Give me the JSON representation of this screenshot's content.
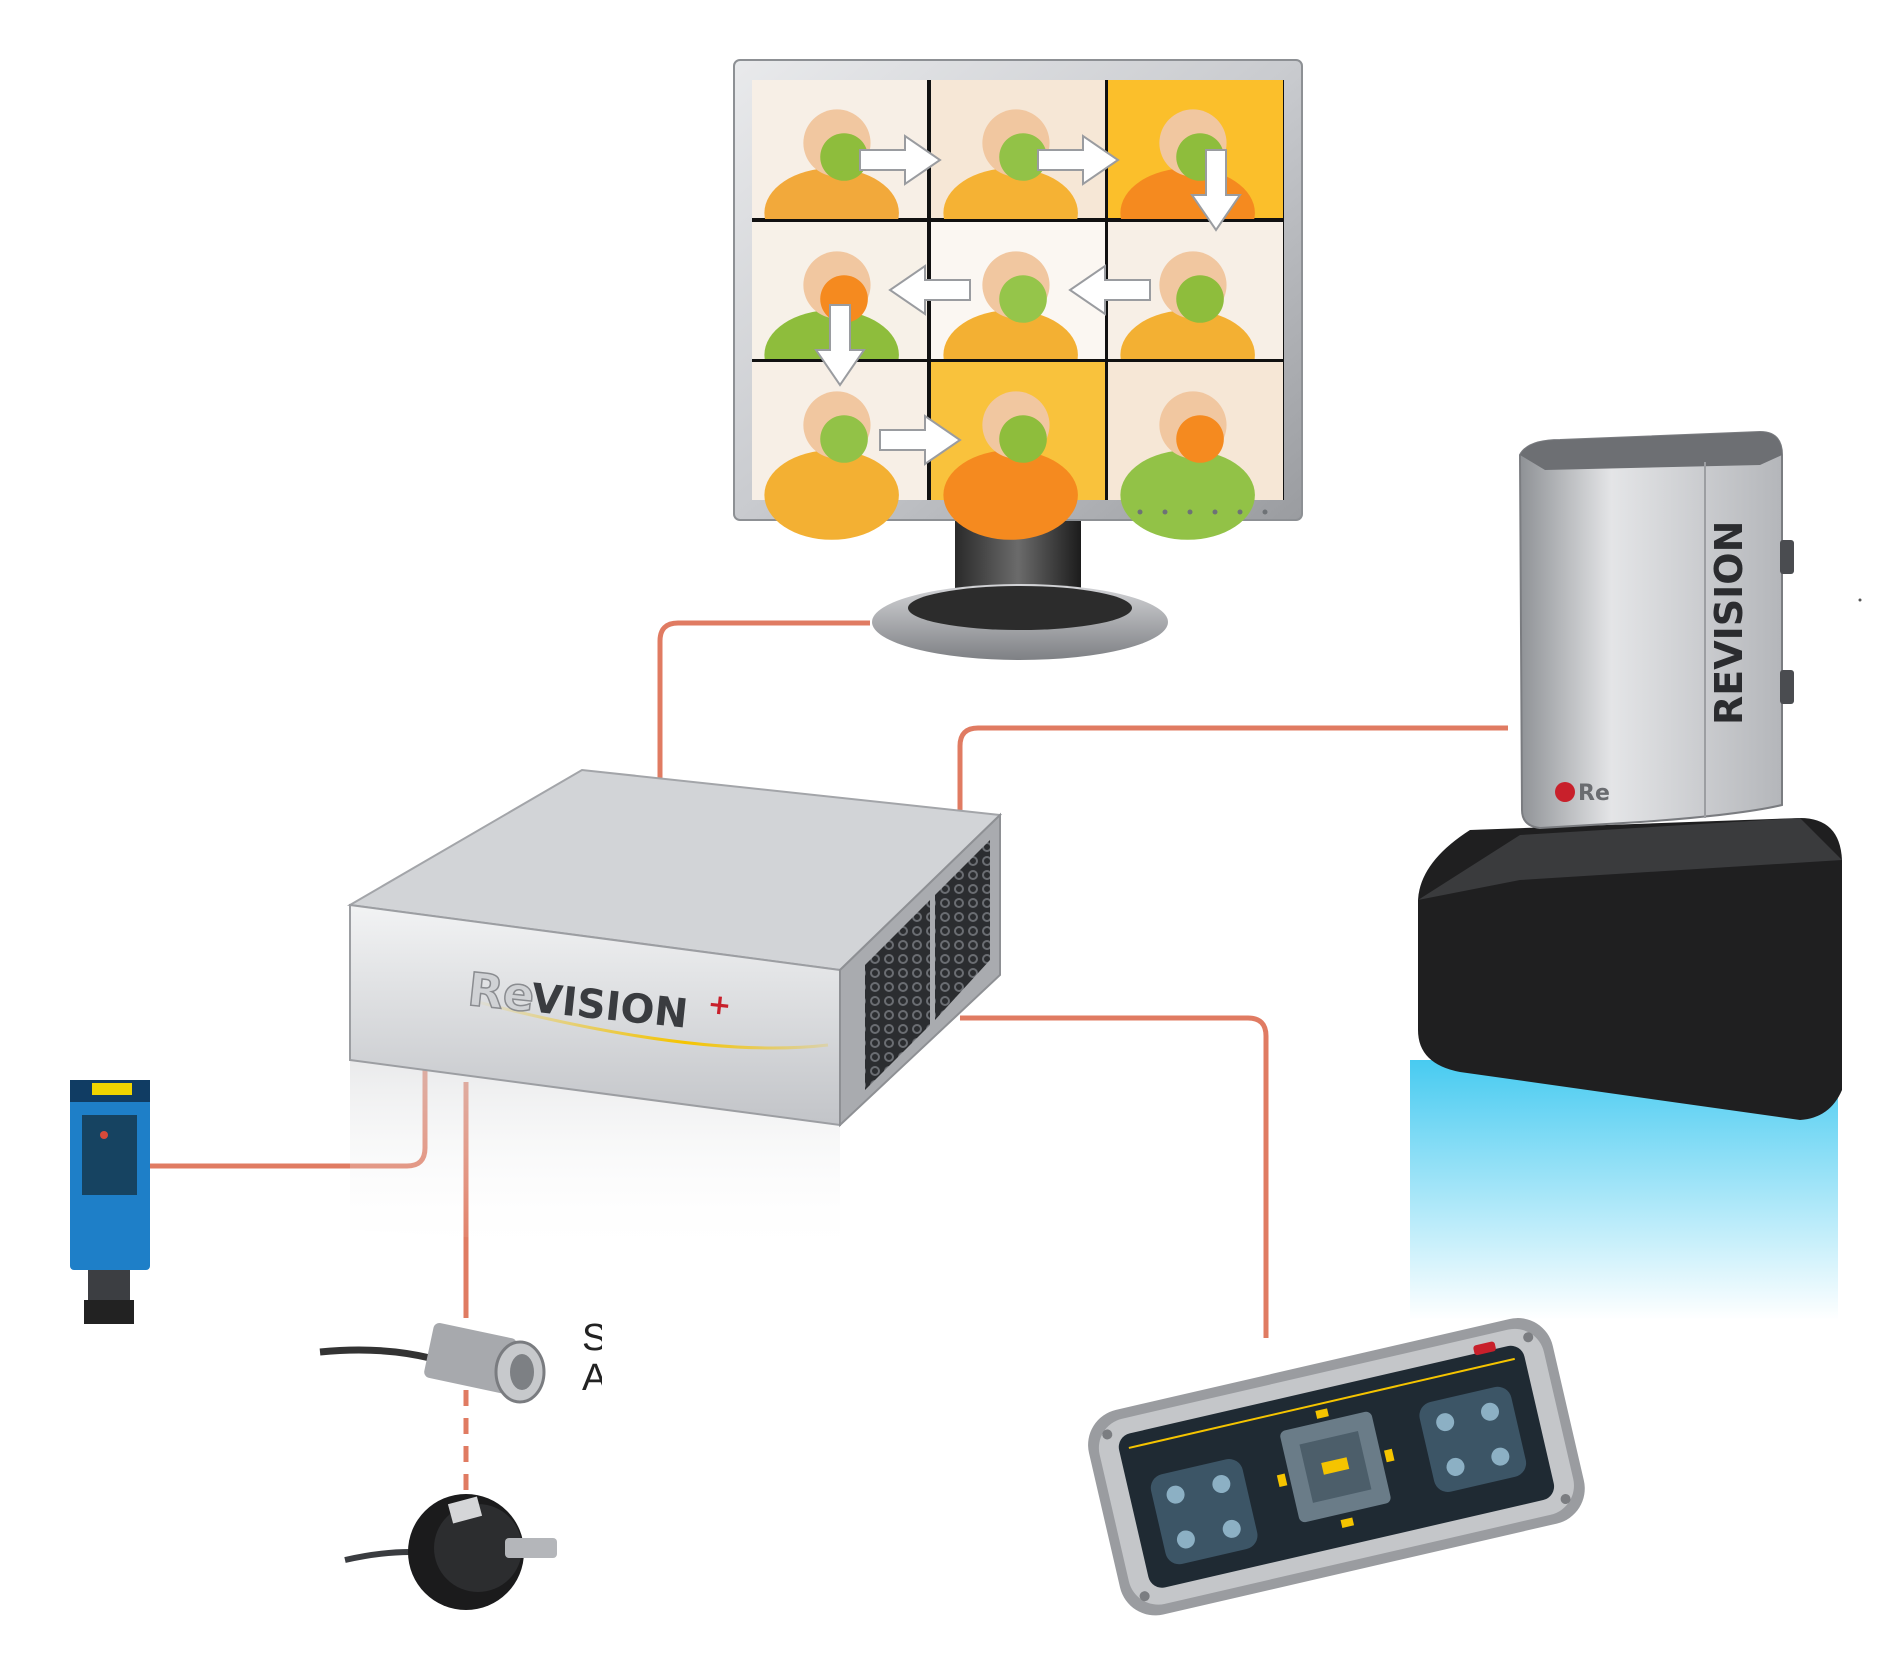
{
  "brand": {
    "prefix": "Re",
    "name": "VISION",
    "suffix": "+",
    "tower_logo": "REVISION",
    "badge_text": "Re"
  },
  "partial_text": {
    "line1": "S",
    "line2": "A"
  },
  "colors": {
    "connector": "#e07b62",
    "tower_glow": "#3ec8f0",
    "sensor_body": "#1e7fc8",
    "logo_red": "#c8202b"
  },
  "icons": {
    "monitor": "monitor-icon",
    "controller": "vision-controller-icon",
    "camera": "camera-tower-icon",
    "photoelectric": "photoelectric-sensor-icon",
    "proximity": "proximity-sensor-icon",
    "encoder": "rotary-encoder-icon",
    "keypad": "operator-keypad-icon"
  }
}
